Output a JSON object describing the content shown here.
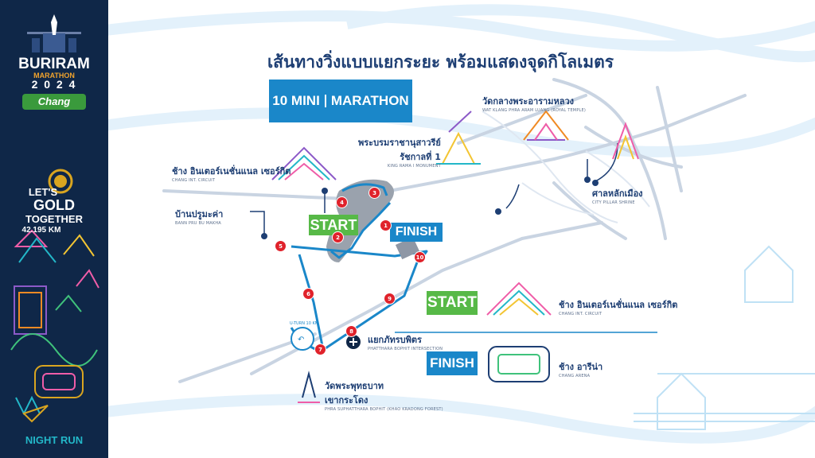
{
  "sidebar": {
    "event_name": "BURIRAM",
    "event_sub": "MARATHON",
    "year": "2 0 2 4",
    "sponsor": "Chang",
    "slogan_line1": "LET'S",
    "slogan_line2": "GOLD",
    "slogan_line3": "TOGETHER",
    "distance": "42.195 KM",
    "footer": "NIGHT RUN"
  },
  "heading": "เส้นทางวิ่งแบบแยกระยะ พร้อมแสดงจุดกิโลเมตร",
  "badge": {
    "left": "10 MINI",
    "right": "MARATHON"
  },
  "landmarks": {
    "temple_center": {
      "th": "วัดกลางพระอารามหลวง",
      "en": "WAT KLANG PHRA ARAM LUANG (ROYAL TEMPLE)"
    },
    "monument": {
      "th_1": "พระบรมราชานุสาวรีย์",
      "th_2": "รัชกาลที่ 1",
      "en": "KING RAMA I MONUMENT"
    },
    "city_shrine": {
      "th": "ศาลหลักเมือง",
      "en": "CITY PILLAR SHRINE"
    },
    "circuit": {
      "th": "ช้าง อินเตอร์เนชั่นแนล เซอร์กิต",
      "en": "CHANG INT. CIRCUIT"
    },
    "village": {
      "th": "บ้านปรูมะค่า",
      "en": "BANN PRU BU MAKHA"
    },
    "intersection": {
      "th": "แยกภัทรบพิตร",
      "en": "PHATTHARA BOPHIT INTERSECTION"
    },
    "temple_forest": {
      "th_1": "วัดพระพุทธบาท",
      "th_2": "เขากระโดง",
      "en": "PHRA SUPHATTHARA BOPHIT (KHAO KRADONG FOREST)"
    },
    "u_turn": "U-TURN 10 KM"
  },
  "markers": {
    "start": "START",
    "finish": "FINISH"
  },
  "km_points": [
    "1",
    "2",
    "3",
    "4",
    "5",
    "6",
    "7",
    "8",
    "9",
    "10"
  ],
  "legend": {
    "start_label": "START",
    "start_place_th": "ช้าง อินเตอร์เนชั่นแนล เซอร์กิต",
    "start_place_en": "CHANG INT. CIRCUIT",
    "finish_label": "FINISH",
    "finish_place_th": "ช้าง อารีน่า",
    "finish_place_en": "CHANG ARENA"
  },
  "colors": {
    "navy": "#0f2748",
    "route": "#1a87c9",
    "start": "#57b947",
    "finish": "#1a87c9",
    "km_marker": "#e0222b",
    "road": "#c9d4e2"
  }
}
